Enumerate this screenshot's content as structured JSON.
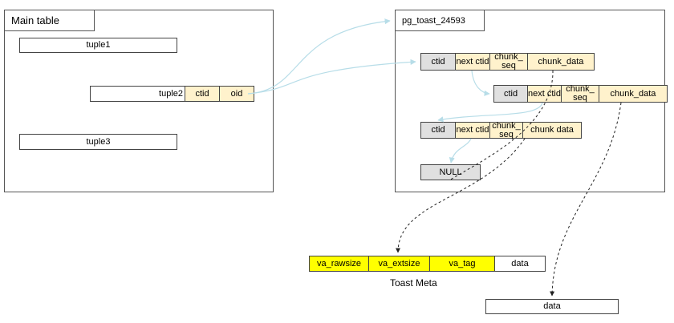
{
  "main_table": {
    "title": "Main table",
    "tuple1": "tuple1",
    "tuple2": "tuple2",
    "tuple2_ctid": "ctid",
    "tuple2_oid": "oid",
    "tuple3": "tuple3"
  },
  "toast_table": {
    "title": "pg_toast_24593",
    "rows": [
      {
        "ctid": "ctid",
        "next_ctid": "next ctid",
        "chunk_seq": "chunk_ seq",
        "chunk_data": "chunk_data"
      },
      {
        "ctid": "ctid",
        "next_ctid": "next ctid",
        "chunk_seq": "chunk_ seq",
        "chunk_data": "chunk_data"
      },
      {
        "ctid": "ctid",
        "next_ctid": "next ctid",
        "chunk_seq": "chunk_ seq",
        "chunk_data": "chunk data"
      }
    ],
    "null_label": "NULL"
  },
  "toast_meta": {
    "fields": [
      "va_rawsize",
      "va_extsize",
      "va_tag",
      "data"
    ],
    "caption": "Toast Meta"
  },
  "data_box": "data",
  "colors": {
    "header_fill": "#e0e0e0",
    "field_fill": "#fff2cc",
    "meta_fill": "#ffff00",
    "link_color": "#b7dde8"
  }
}
